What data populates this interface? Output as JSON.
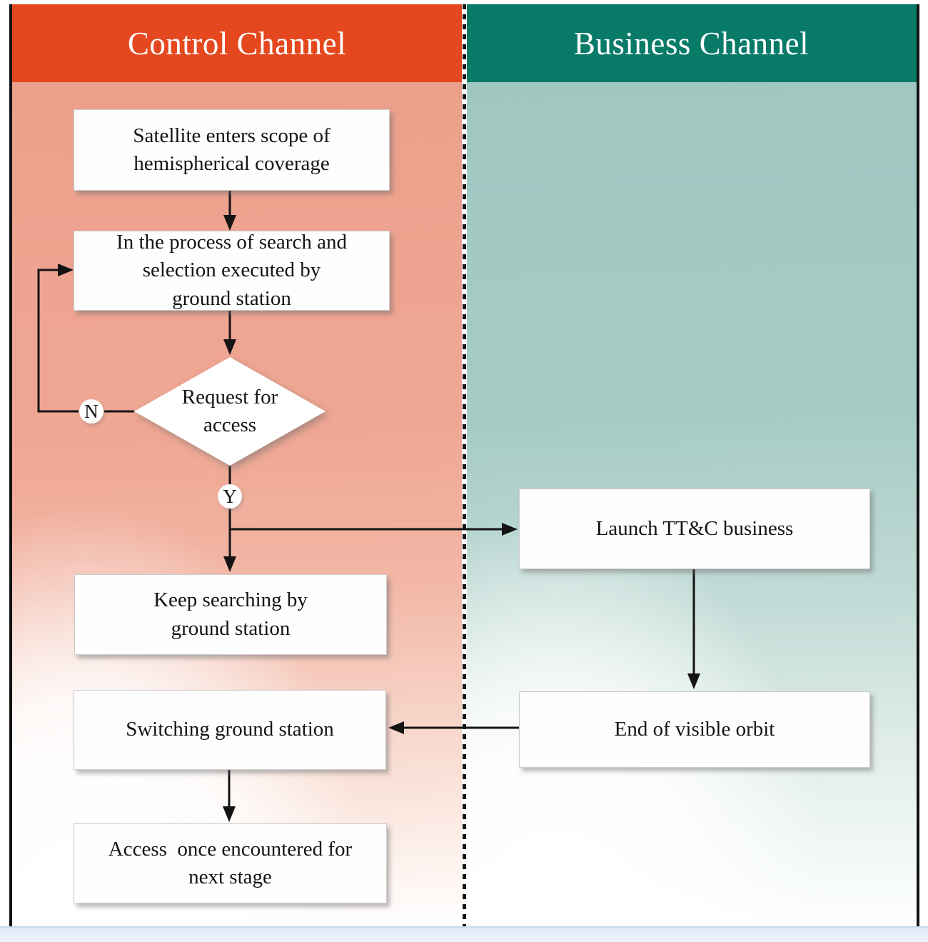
{
  "headers": {
    "control": "Control Channel",
    "business": "Business Channel"
  },
  "nodes": {
    "enter": [
      "Satellite enters scope of",
      "hemispherical coverage"
    ],
    "search": [
      "In the process of search and",
      "selection executed by",
      "ground station"
    ],
    "decision": [
      "Request for",
      "access"
    ],
    "keep": [
      "Keep searching by",
      "ground station"
    ],
    "switch": [
      "Switching ground station"
    ],
    "access": [
      "Access  once encountered for",
      "next stage"
    ],
    "launch": [
      "Launch TT&C business"
    ],
    "end": [
      "End of visible orbit"
    ]
  },
  "branch_labels": {
    "no": "N",
    "yes": "Y"
  },
  "colors": {
    "control_header": "#E5481F",
    "business_header": "#087A68",
    "control_panel": "#EEA28E",
    "business_panel": "#A2C9C2",
    "bottom_strip": "#DFEAF6",
    "line": "#141414",
    "node_bg": "#FFFFFF"
  }
}
